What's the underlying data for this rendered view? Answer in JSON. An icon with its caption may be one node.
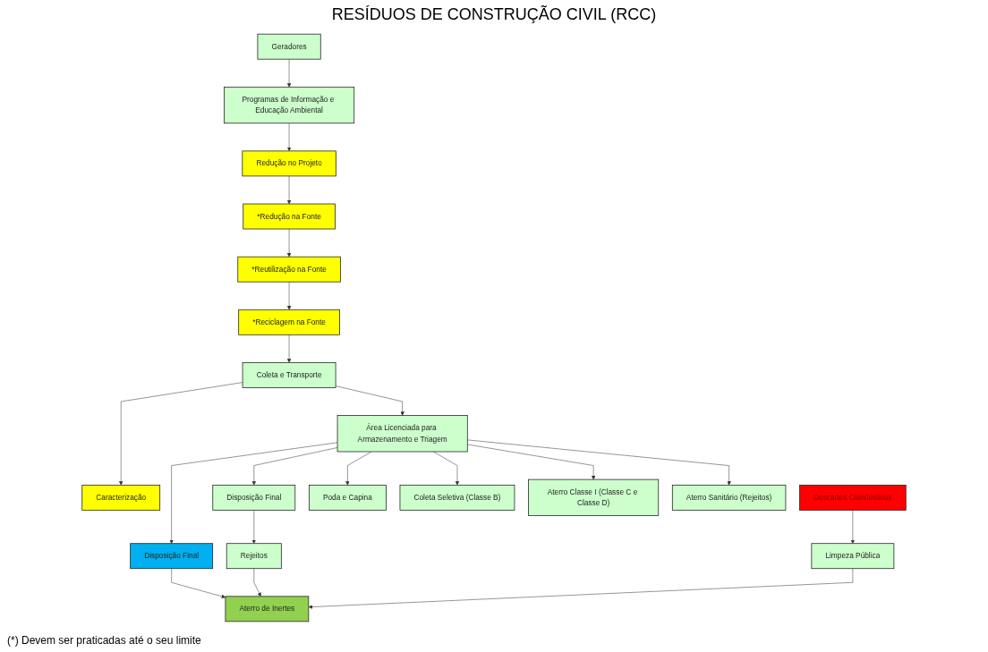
{
  "diagram": {
    "title": "RESÍDUOS DE CONSTRUÇÃO CIVIL (RCC)",
    "nodes": [
      {
        "text": [
          "Geradores"
        ]
      },
      {
        "text": [
          "Programas de Informação e Educação Ambiental"
        ]
      },
      {
        "text": [
          "Redução no Projeto"
        ]
      },
      {
        "text": [
          "*Redução na Fonte"
        ]
      },
      {
        "text": [
          "*Reutilização na Fonte"
        ]
      },
      {
        "text": [
          "*Reciclagem na Fonte"
        ]
      },
      {
        "text": [
          "Coleta e Transporte"
        ]
      },
      {
        "text": [
          "Caracterização"
        ]
      },
      {
        "text": [
          "Poda e Capina"
        ]
      },
      {
        "text": [
          "Coleta Seletiva (Classe B)"
        ]
      },
      {
        "text": [
          "Aterro Classe I (Classe C e Classe D)"
        ]
      },
      {
        "text": [
          "Aterro Sanitário (Rejeitos)"
        ]
      },
      {
        "text": [
          "Área Licenciada para Armazenamento e Triagem"
        ]
      },
      {
        "text": [
          "Disposição Final"
        ]
      },
      {
        "text": [
          "Disposição Final"
        ]
      },
      {
        "text": [
          "Rejeitos"
        ]
      },
      {
        "text": [
          "Aterro de Inertes"
        ]
      },
      {
        "text": [
          "Limpeza Pública"
        ]
      },
      {
        "text": [
          "Descartes Clandestinos"
        ]
      }
    ],
    "edges": [
      {
        "from": 0,
        "to": 1,
        "arrow": "to"
      },
      {
        "from": 1,
        "to": 2,
        "arrow": "to"
      },
      {
        "from": 2,
        "to": 3,
        "arrow": "to"
      },
      {
        "from": 3,
        "to": 4,
        "arrow": "to"
      },
      {
        "from": 4,
        "to": 5,
        "arrow": "to"
      },
      {
        "from": 5,
        "to": 6,
        "arrow": "to"
      },
      {
        "from": 6,
        "to": 7,
        "arrow": "to"
      },
      {
        "from": 6,
        "to": 12,
        "arrow": "to"
      },
      {
        "from": 12,
        "to": 8,
        "arrow": "to"
      },
      {
        "from": 12,
        "to": 9,
        "arrow": "to"
      },
      {
        "from": 12,
        "to": 10,
        "arrow": "to"
      },
      {
        "from": 12,
        "to": 11,
        "arrow": "to"
      },
      {
        "from": 12,
        "to": 13,
        "arrow": "to"
      },
      {
        "from": 12,
        "to": 14,
        "arrow": "to"
      },
      {
        "from": 13,
        "to": 15,
        "arrow": "to"
      },
      {
        "from": 14,
        "to": 16,
        "arrow": "to"
      },
      {
        "from": 15,
        "to": 16,
        "arrow": "to"
      },
      {
        "from": 17,
        "to": 16,
        "arrow": "to"
      },
      {
        "from": 18,
        "to": 17,
        "arrow": "to"
      }
    ],
    "labels": [
      "(*) Devem ser praticadas até o seu limite"
    ]
  }
}
